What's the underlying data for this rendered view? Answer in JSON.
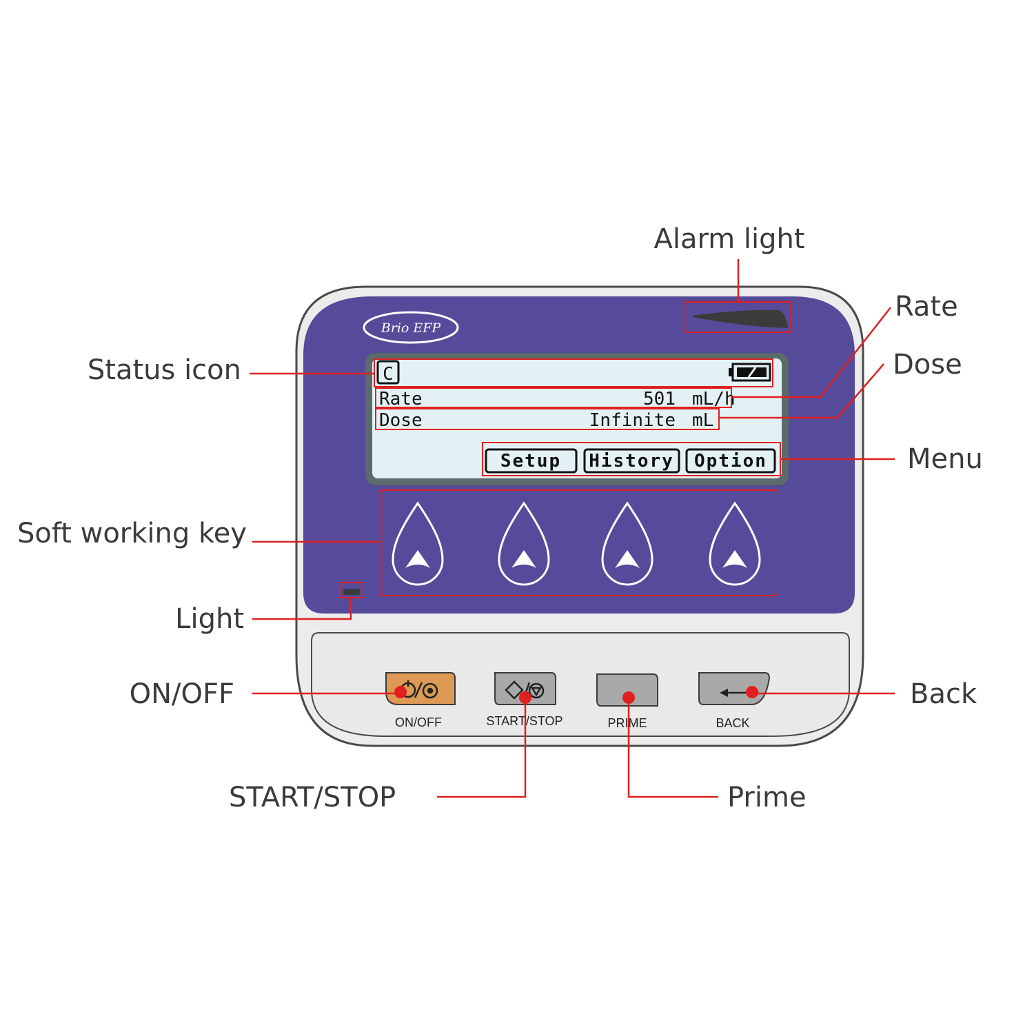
{
  "device": {
    "brand": "Brio EFP",
    "colors": {
      "panel": "#564a9a",
      "housing": "#ececec",
      "lcd": "#e4f1f4",
      "onoff_button": "#dc9a55",
      "callout_line": "#e02020"
    }
  },
  "screen": {
    "status_icon": "C",
    "battery_icon": "battery-icon",
    "rate_label": "Rate",
    "rate_value": "501",
    "rate_unit": "mL/h",
    "dose_label": "Dose",
    "dose_value": "Infinite",
    "dose_unit": "mL",
    "menu": [
      "Setup",
      "History",
      "Option"
    ]
  },
  "buttons": [
    {
      "label": "ON/OFF",
      "icon": "power-icon",
      "color": "#dc9a55"
    },
    {
      "label": "START/STOP",
      "icon": "start-stop-icon",
      "color": "#a9a9a9"
    },
    {
      "label": "PRIME",
      "icon": "",
      "color": "#a9a9a9"
    },
    {
      "label": "BACK",
      "icon": "back-arrow-icon",
      "color": "#a9a9a9"
    }
  ],
  "callouts": {
    "alarm_light": "Alarm light",
    "rate": "Rate",
    "dose": "Dose",
    "status_icon": "Status icon",
    "menu": "Menu",
    "soft_working_key": "Soft working key",
    "light": "Light",
    "onoff": "ON/OFF",
    "back": "Back",
    "start_stop": "START/STOP",
    "prime": "Prime"
  }
}
